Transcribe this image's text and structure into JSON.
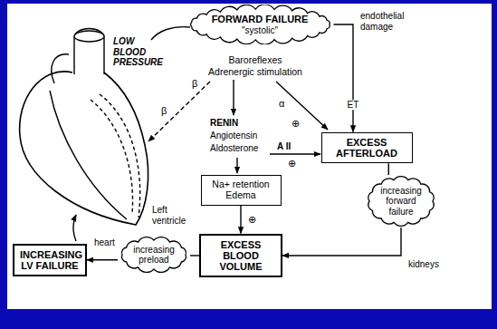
{
  "diagram": {
    "nodes": [
      {
        "text": [
          "FORWARD FAILURE",
          "\"systolic\""
        ]
      },
      {
        "text": [
          "EXCESS AFTERLOAD"
        ]
      },
      {
        "text": [
          "Na+ retention Edema"
        ]
      },
      {
        "text": [
          "increasing forward failure"
        ]
      },
      {
        "text": [
          "EXCESS BLOOD VOLUME"
        ]
      },
      {
        "text": [
          "increasing preload"
        ]
      },
      {
        "text": [
          "INCREASING LV FAILURE"
        ]
      }
    ],
    "edges": [
      {
        "from": 0,
        "to": 1,
        "arrow": "to",
        "label": "ET"
      },
      {
        "from": 1,
        "to": 3,
        "arrow": "none"
      },
      {
        "from": 2,
        "to": 4,
        "arrow": "to"
      },
      {
        "from": 3,
        "to": 4,
        "arrow": "to",
        "label": "kidneys"
      },
      {
        "from": 4,
        "to": 5,
        "arrow": "none"
      },
      {
        "from": 5,
        "to": 6,
        "arrow": "to"
      }
    ],
    "labels": [
      "LOW BLOOD PRESSURE",
      "Baroreflexes",
      "Adrenergic stimulation",
      "endothelial damage",
      "β",
      "β",
      "α",
      "⊕",
      "RENIN",
      "Angiotensin",
      "Aldosterone",
      "A II",
      "⊕",
      "Left ventricle",
      "⊕",
      "heart"
    ]
  }
}
